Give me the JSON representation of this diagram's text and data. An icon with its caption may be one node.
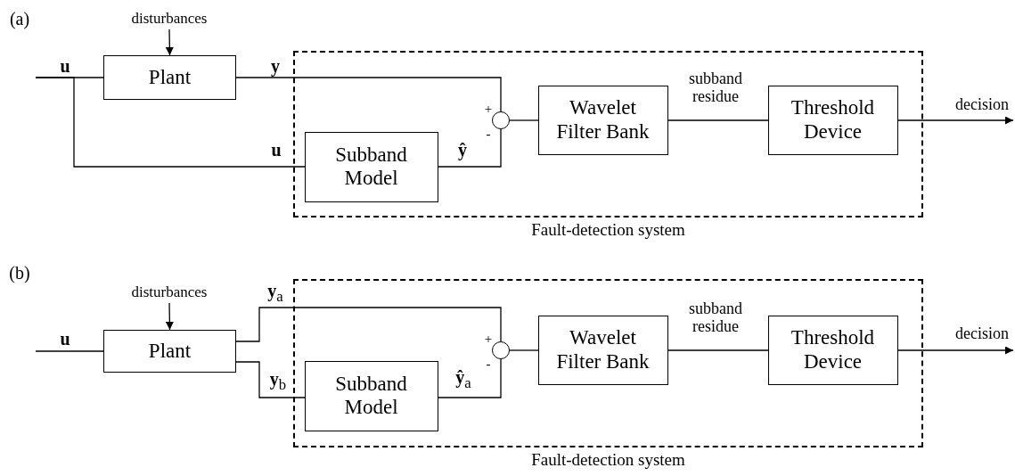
{
  "diagram": {
    "nodes": [
      {
        "text": [
          "Fault-detection system"
        ]
      },
      {
        "text": [
          "Plant"
        ]
      },
      {
        "text": [
          "Subband Model"
        ],
        "in": 0
      },
      {
        "text": [],
        "shape": "circle",
        "in": 0,
        "beside": [
          "+",
          "-"
        ]
      },
      {
        "text": [
          "Wavelet Filter Bank"
        ],
        "in": 0
      },
      {
        "text": [
          "Threshold Device"
        ],
        "in": 0
      },
      {
        "text": [
          "disturbances"
        ]
      },
      {
        "text": [
          "Fault-detection system"
        ]
      },
      {
        "text": [
          "Plant"
        ]
      },
      {
        "text": [
          "Subband Model"
        ],
        "in": 7
      },
      {
        "text": [],
        "shape": "circle",
        "in": 7,
        "beside": [
          "+",
          "-"
        ]
      },
      {
        "text": [
          "Wavelet Filter Bank"
        ],
        "in": 7
      },
      {
        "text": [
          "Threshold Device"
        ],
        "in": 7
      },
      {
        "text": [
          "disturbances"
        ]
      }
    ],
    "edges": [
      {
        "from": 6,
        "to": 1,
        "arrow": "to"
      },
      {
        "from": null,
        "to": 1,
        "arrow": "none",
        "label": "u"
      },
      {
        "from": null,
        "to": 2,
        "arrow": "none",
        "label": "u"
      },
      {
        "from": 1,
        "to": 3,
        "arrow": "none",
        "label": "y"
      },
      {
        "from": 2,
        "to": 3,
        "arrow": "none",
        "label": "ŷ"
      },
      {
        "from": 3,
        "to": 4,
        "arrow": "none"
      },
      {
        "from": 4,
        "to": 5,
        "arrow": "none",
        "label": "subband residue"
      },
      {
        "from": 5,
        "to": null,
        "arrow": "to",
        "label": "decision"
      },
      {
        "from": 13,
        "to": 8,
        "arrow": "to"
      },
      {
        "from": null,
        "to": 8,
        "arrow": "none",
        "label": "u"
      },
      {
        "from": 8,
        "to": 10,
        "arrow": "none",
        "label": "y$_{a}$"
      },
      {
        "from": 8,
        "to": 9,
        "arrow": "none",
        "label": "y$_{b}$"
      },
      {
        "from": 9,
        "to": 10,
        "arrow": "none",
        "label": "ŷ$_{a}$"
      },
      {
        "from": 10,
        "to": 11,
        "arrow": "none"
      },
      {
        "from": 11,
        "to": 12,
        "arrow": "none",
        "label": "subband residue"
      },
      {
        "from": 12,
        "to": null,
        "arrow": "to",
        "label": "decision"
      }
    ],
    "labels": [
      "(a)",
      "(b)"
    ]
  }
}
